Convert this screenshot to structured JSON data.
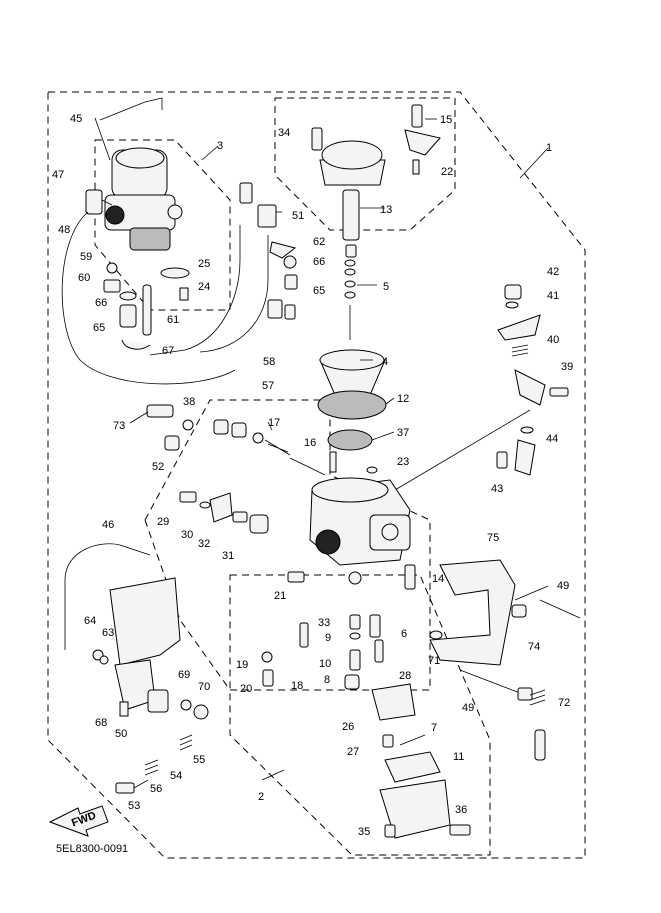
{
  "diagram": {
    "code": "5EL8300-0091",
    "fwd_label": "FWD",
    "callouts": [
      {
        "n": "1"
      },
      {
        "n": "2"
      },
      {
        "n": "3"
      },
      {
        "n": "4"
      },
      {
        "n": "5"
      },
      {
        "n": "6"
      },
      {
        "n": "7"
      },
      {
        "n": "8"
      },
      {
        "n": "9"
      },
      {
        "n": "10"
      },
      {
        "n": "11"
      },
      {
        "n": "12"
      },
      {
        "n": "13"
      },
      {
        "n": "14"
      },
      {
        "n": "15"
      },
      {
        "n": "16"
      },
      {
        "n": "17"
      },
      {
        "n": "18"
      },
      {
        "n": "19"
      },
      {
        "n": "20"
      },
      {
        "n": "21"
      },
      {
        "n": "22"
      },
      {
        "n": "23"
      },
      {
        "n": "24"
      },
      {
        "n": "25"
      },
      {
        "n": "26"
      },
      {
        "n": "27"
      },
      {
        "n": "28"
      },
      {
        "n": "29"
      },
      {
        "n": "30"
      },
      {
        "n": "31"
      },
      {
        "n": "32"
      },
      {
        "n": "33"
      },
      {
        "n": "34"
      },
      {
        "n": "35"
      },
      {
        "n": "36"
      },
      {
        "n": "37"
      },
      {
        "n": "38"
      },
      {
        "n": "39"
      },
      {
        "n": "40"
      },
      {
        "n": "41"
      },
      {
        "n": "42"
      },
      {
        "n": "43"
      },
      {
        "n": "44"
      },
      {
        "n": "45"
      },
      {
        "n": "46"
      },
      {
        "n": "47"
      },
      {
        "n": "48"
      },
      {
        "n": "49"
      },
      {
        "n": "49"
      },
      {
        "n": "50"
      },
      {
        "n": "51"
      },
      {
        "n": "52"
      },
      {
        "n": "53"
      },
      {
        "n": "54"
      },
      {
        "n": "55"
      },
      {
        "n": "56"
      },
      {
        "n": "57"
      },
      {
        "n": "58"
      },
      {
        "n": "59"
      },
      {
        "n": "60"
      },
      {
        "n": "61"
      },
      {
        "n": "62"
      },
      {
        "n": "63"
      },
      {
        "n": "64"
      },
      {
        "n": "65"
      },
      {
        "n": "65"
      },
      {
        "n": "66"
      },
      {
        "n": "66"
      },
      {
        "n": "67"
      },
      {
        "n": "68"
      },
      {
        "n": "69"
      },
      {
        "n": "70"
      },
      {
        "n": "71"
      },
      {
        "n": "72"
      },
      {
        "n": "73"
      },
      {
        "n": "74"
      },
      {
        "n": "75"
      }
    ]
  }
}
